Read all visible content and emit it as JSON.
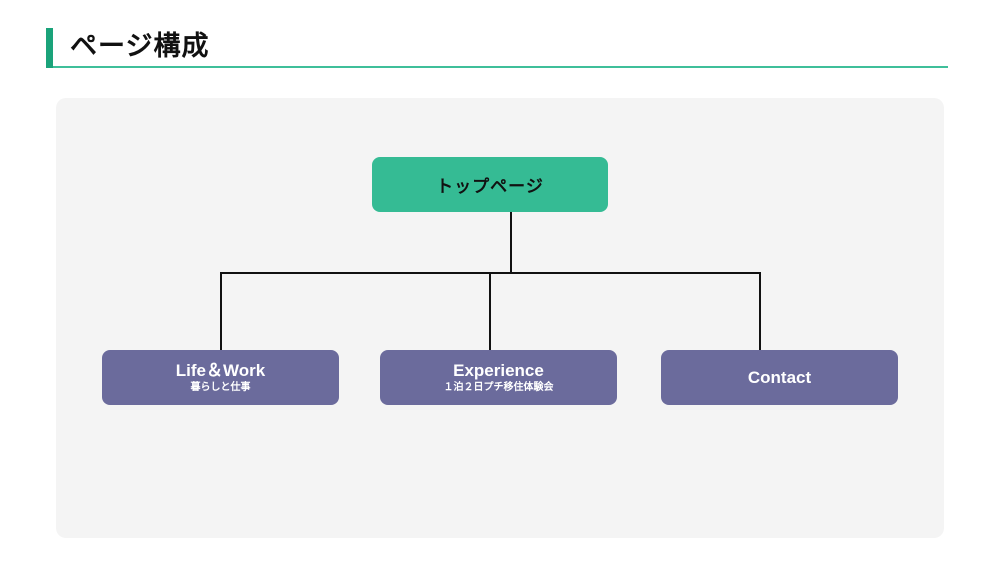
{
  "header": {
    "title": "ページ構成"
  },
  "diagram": {
    "root": {
      "label": "トップページ"
    },
    "children": [
      {
        "title": "Life＆Work",
        "subtitle": "暮らしと仕事"
      },
      {
        "title": "Experience",
        "subtitle": "１泊２日プチ移住体験会"
      },
      {
        "title": "Contact",
        "subtitle": ""
      }
    ]
  },
  "colors": {
    "accent": "#1aa37a",
    "rule": "#3fbf9a",
    "root_node": "#35bb94",
    "child_node": "#6b6b9c",
    "panel": "#f4f4f4",
    "connector": "#111111"
  }
}
